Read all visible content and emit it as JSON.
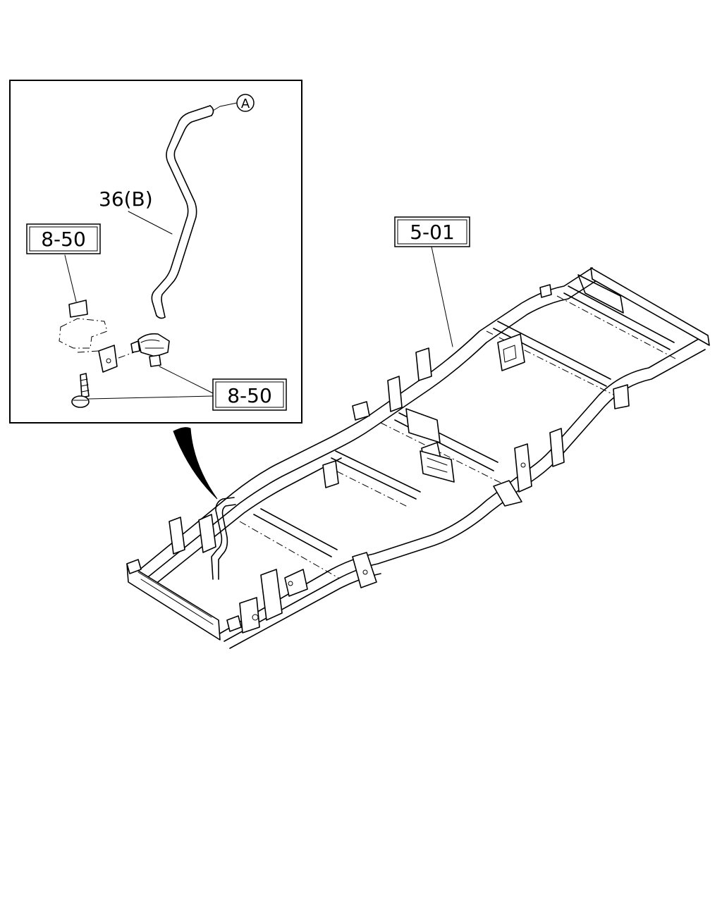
{
  "callouts": {
    "ref_a": "A",
    "hose_part": "36(B)",
    "bracket_top": "8-50",
    "bracket_bottom": "8-50",
    "frame_part": "5-01"
  }
}
